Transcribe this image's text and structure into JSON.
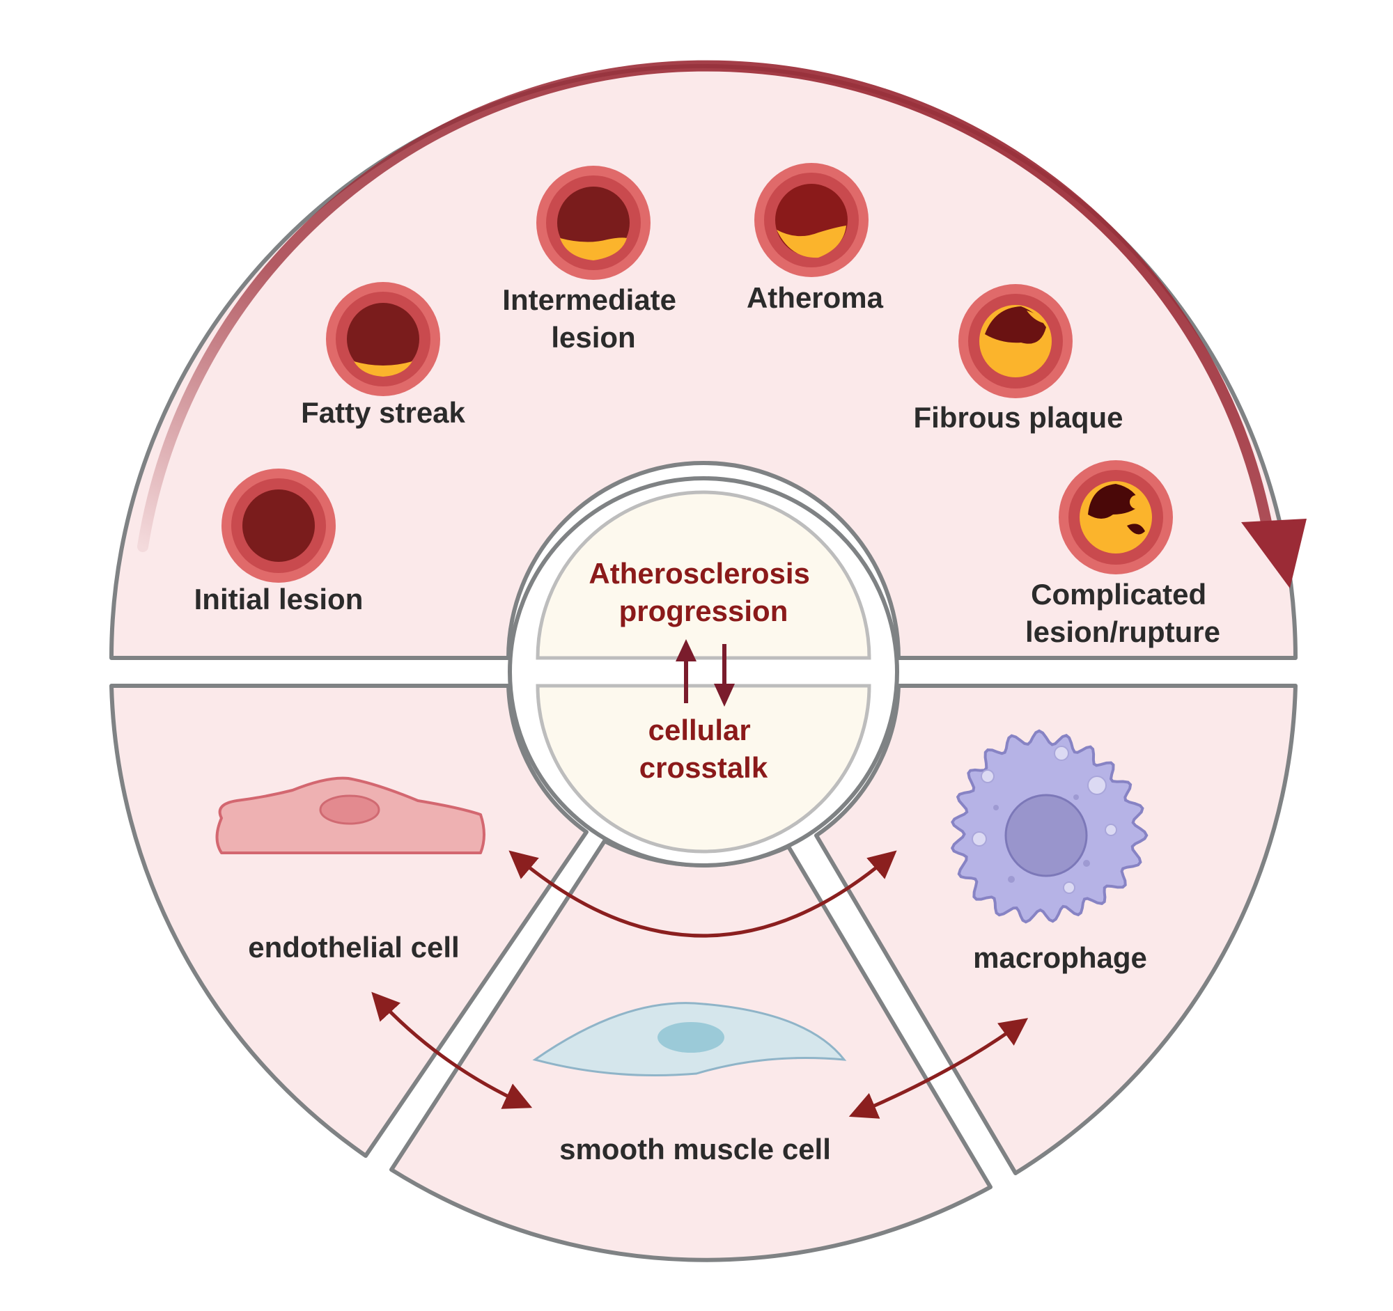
{
  "colors": {
    "panel_fill": "#fbe9ea",
    "outline": "#7f8284",
    "progress_arrow": "#9b2b36",
    "crosstalk_arrow": "#8b1f1f",
    "label_text": "#2b2b2b",
    "center_text": "#8b1a1a",
    "vessel_outer": "#e06a6a",
    "vessel_wall": "#c94a4e",
    "lumen": "#7a1c1c",
    "lipid": "#fbb42c"
  },
  "stages": [
    {
      "label_lines": [
        "Initial lesion"
      ],
      "icon": "vessel-initial-icon"
    },
    {
      "label_lines": [
        "Fatty streak"
      ],
      "icon": "vessel-fatty-streak-icon"
    },
    {
      "label_lines": [
        "Intermediate",
        "lesion"
      ],
      "icon": "vessel-intermediate-icon"
    },
    {
      "label_lines": [
        "Atheroma"
      ],
      "icon": "vessel-atheroma-icon"
    },
    {
      "label_lines": [
        "Fibrous plaque"
      ],
      "icon": "vessel-fibrous-plaque-icon"
    },
    {
      "label_lines": [
        "Complicated",
        "lesion/rupture"
      ],
      "icon": "vessel-complicated-icon"
    }
  ],
  "center": {
    "top_lines": [
      "Atherosclerosis",
      "progression"
    ],
    "bottom_lines": [
      "cellular",
      "crosstalk"
    ]
  },
  "cells": {
    "endothelial": {
      "label": "endothelial cell",
      "icon": "endothelial-cell-icon"
    },
    "smooth_muscle": {
      "label": "smooth muscle cell",
      "icon": "smooth-muscle-cell-icon"
    },
    "macrophage": {
      "label": "macrophage",
      "icon": "macrophage-icon"
    }
  }
}
